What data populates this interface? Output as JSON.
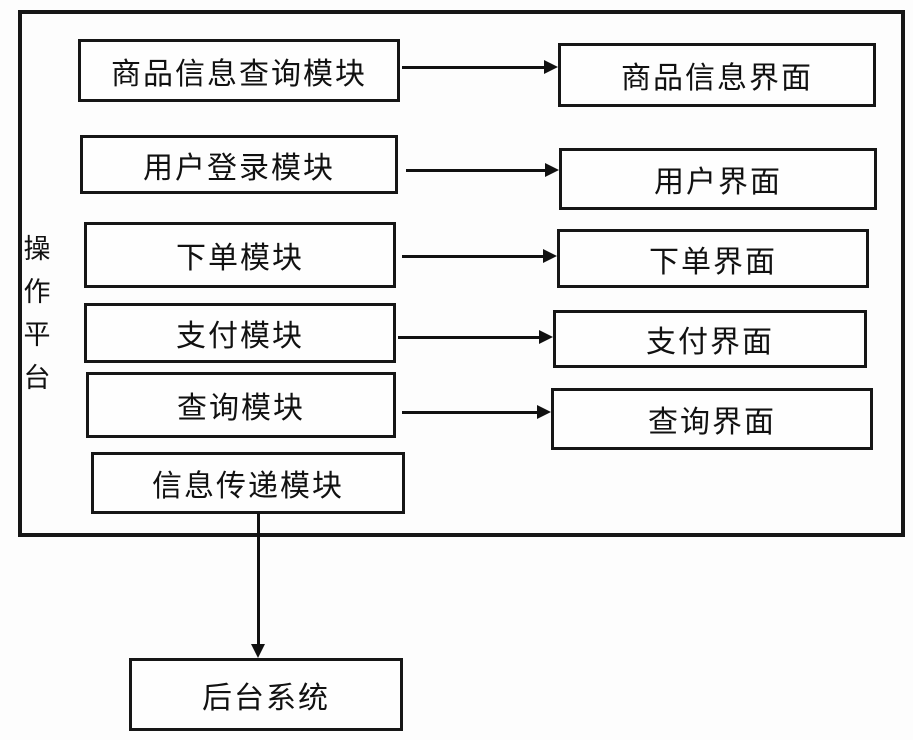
{
  "diagram": {
    "platform_label": "操作平台",
    "rows": [
      {
        "module": "商品信息查询模块",
        "interface": "商品信息界面"
      },
      {
        "module": "用户登录模块",
        "interface": "用户界面"
      },
      {
        "module": "下单模块",
        "interface": "下单界面"
      },
      {
        "module": "支付模块",
        "interface": "支付界面"
      },
      {
        "module": "查询模块",
        "interface": "查询界面"
      }
    ],
    "transfer_module": "信息传递模块",
    "backend_system": "后台系统",
    "colors": {
      "line": "#161616",
      "background": "#ffffff"
    }
  }
}
